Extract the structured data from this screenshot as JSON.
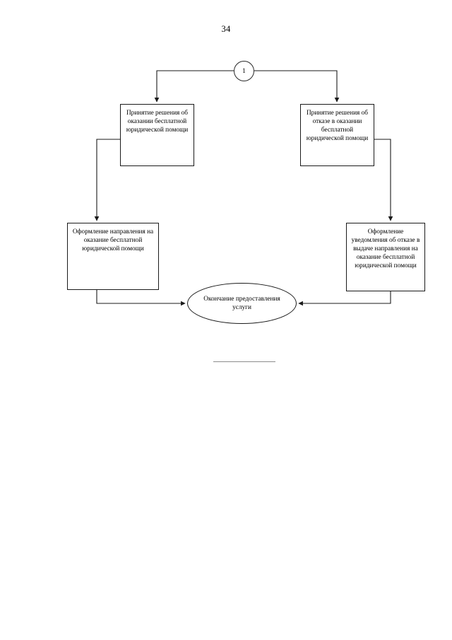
{
  "page": {
    "number": "34"
  },
  "diagram": {
    "type": "flowchart",
    "title": "",
    "connector": {
      "label": "1",
      "name": "off-page-connector"
    },
    "nodes": [
      {
        "id": "decision-grant",
        "shape": "rectangle",
        "text": "Принятие решения об оказании бесплатной юридической помощи"
      },
      {
        "id": "decision-refuse",
        "shape": "rectangle",
        "text": "Принятие решения об отказе в оказании бесплатной юридической помощи"
      },
      {
        "id": "issue-referral",
        "shape": "rectangle",
        "text": "Оформление направления на оказание бесплатной юридической помощи"
      },
      {
        "id": "issue-refusal-notice",
        "shape": "rectangle",
        "text": "Оформление уведомления об отказе в выдаче направления на оказание бесплатной юридической помощи"
      },
      {
        "id": "end",
        "shape": "ellipse",
        "text": "Окончание предоставления услуги"
      }
    ],
    "edges": [
      {
        "from": "connector-1",
        "to": "decision-grant",
        "label": ""
      },
      {
        "from": "connector-1",
        "to": "decision-refuse",
        "label": ""
      },
      {
        "from": "decision-grant",
        "to": "issue-referral",
        "label": ""
      },
      {
        "from": "decision-refuse",
        "to": "issue-refusal-notice",
        "label": ""
      },
      {
        "from": "issue-referral",
        "to": "end",
        "label": ""
      },
      {
        "from": "issue-refusal-notice",
        "to": "end",
        "label": ""
      }
    ]
  },
  "colors": {
    "line": "#1a1a1a",
    "background": "#ffffff",
    "rule": "#8c8c8c"
  }
}
